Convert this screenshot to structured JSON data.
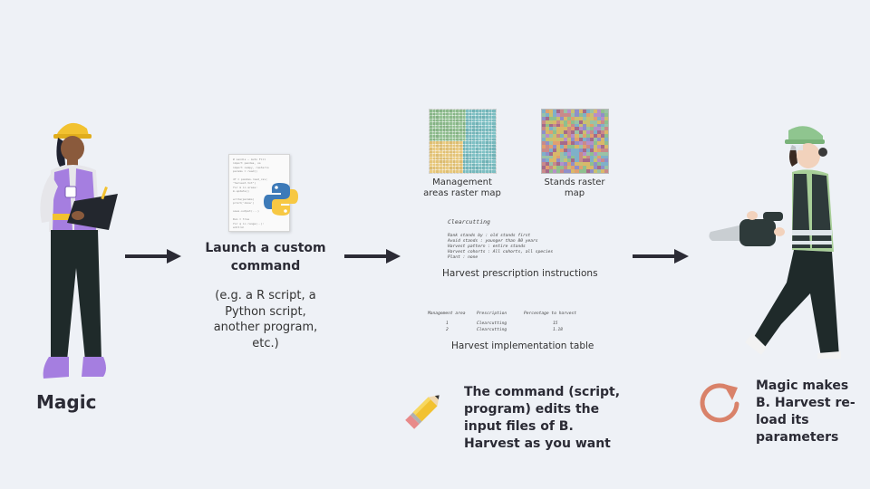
{
  "left": {
    "title": "Magic"
  },
  "command": {
    "title": "Launch a custom command",
    "note": "(e.g. a R script, a Python script, another program, etc.)"
  },
  "maps": {
    "management_label": "Management areas raster map",
    "stands_label": "Stands raster map"
  },
  "prescription": {
    "heading": "Clearcutting",
    "lines": [
      "Rank stands by : old stands first",
      "Avoid stands : younger than 80 years",
      "Harvest pattern : entire stands",
      "Harvest cohorts : All cohorts, all species",
      "Plant : none"
    ],
    "caption": "Harvest prescription instructions"
  },
  "implementation": {
    "headers": [
      "Management area",
      "Prescription",
      "Percentage to harvest"
    ],
    "rows": [
      [
        "1",
        "Clearcutting",
        "15"
      ],
      [
        "2",
        "Clearcutting",
        "1.18"
      ]
    ],
    "caption": "Harvest implementation table"
  },
  "notes": {
    "edit": "The command (script, program) edits the input files of B. Harvest as you want",
    "reload": "Magic makes B. Harvest re-load its parameters"
  },
  "code_lines": [
    "# Landis — Auto Fill",
    "import pandas, os",
    "import numpy, rasterio",
    "params = read()",
    "",
    "df = pandas.read_csv(",
    "  \"harvest.txt\")",
    "for m in areas:",
    "  m.update()",
    "",
    "write(params)",
    "print('done')",
    "",
    "save.output(...)",
    "",
    "Run = true",
    "for q in range(..):",
    "  edit(q)"
  ],
  "colors": {
    "background": "#eef1f6",
    "arrow": "#2b2b35",
    "reload_icon": "#d9826a",
    "python_blue": "#3d7ab8",
    "python_yellow": "#f7c843"
  }
}
